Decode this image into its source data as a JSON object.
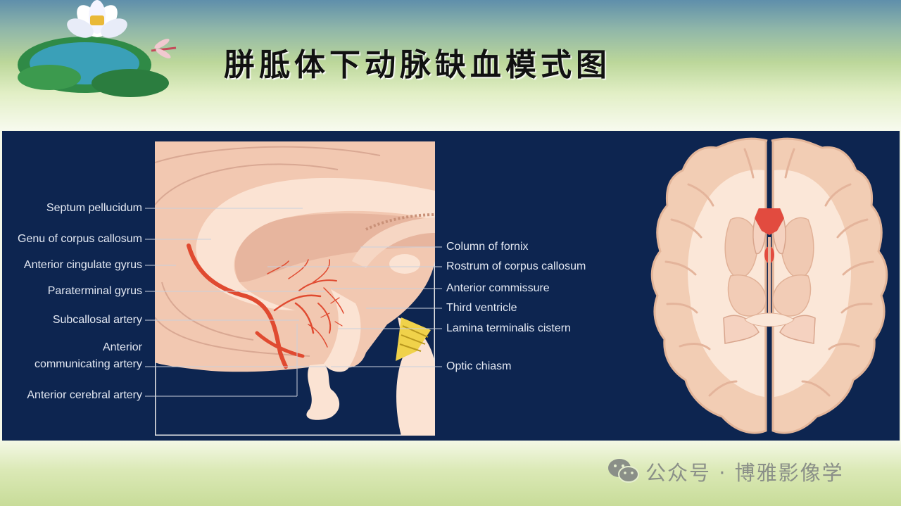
{
  "title": "胼胝体下动脉缺血模式图",
  "labels_left": [
    {
      "text": "Septum pellucidum"
    },
    {
      "text": "Genu of corpus callosum"
    },
    {
      "text": "Anterior cingulate gyrus"
    },
    {
      "text": "Paraterminal gyrus"
    },
    {
      "text": "Subcallosal artery"
    },
    {
      "text": "Anterior",
      "line2": "communicating artery"
    },
    {
      "text": "Anterior cerebral artery"
    }
  ],
  "labels_right": [
    {
      "text": "Column of fornix"
    },
    {
      "text": "Rostrum of corpus callosum"
    },
    {
      "text": "Anterior commissure"
    },
    {
      "text": "Third ventricle"
    },
    {
      "text": "Lamina terminalis cistern"
    },
    {
      "text": "Optic chiasm"
    }
  ],
  "watermark": "公众号 · 博雅影像学",
  "colors": {
    "panel_bg": "#0d2550",
    "artery": "#e04a30",
    "tissue": "#f2c7b0",
    "ischemia": "#e24b3f",
    "optic_chiasm": "#f0d24a"
  }
}
